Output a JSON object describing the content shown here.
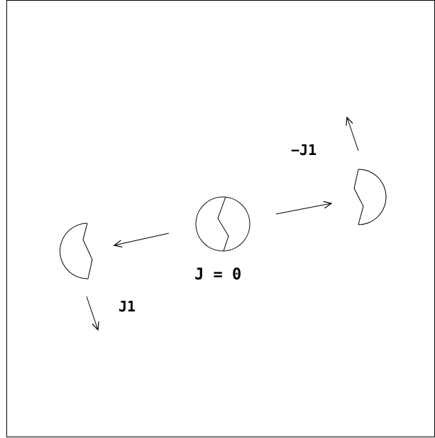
{
  "diagram": {
    "labels": {
      "center": "J = 0",
      "left_fragment": "J1",
      "right_fragment": "−J1"
    },
    "stroke_color": "#000000",
    "background_color": "#ffffff"
  }
}
